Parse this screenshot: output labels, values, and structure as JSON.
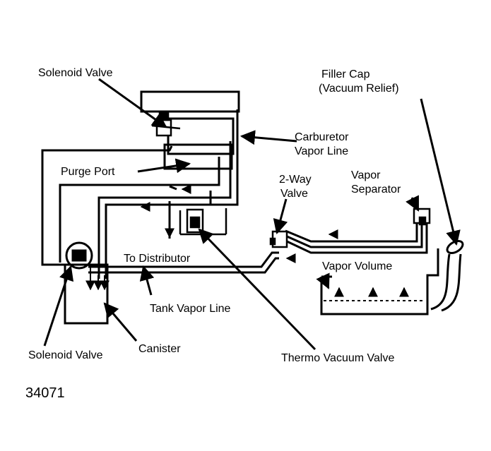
{
  "labels": {
    "solenoid_valve_top": "Solenoid Valve",
    "filler_cap_line1": "Filler Cap",
    "filler_cap_line2": "(Vacuum Relief)",
    "carburetor_line1": "Carburetor",
    "carburetor_line2": "Vapor Line",
    "purge_port": "Purge Port",
    "two_way_line1": "2-Way",
    "two_way_line2": "Valve",
    "vapor_separator_line1": "Vapor",
    "vapor_separator_line2": "Separator",
    "to_distributor": "To Distributor",
    "vapor_volume": "Vapor Volume",
    "tank_vapor_line": "Tank Vapor Line",
    "solenoid_valve_bottom": "Solenoid Valve",
    "canister": "Canister",
    "thermo_vacuum_valve": "Thermo Vacuum Valve"
  },
  "figure_number": "34071",
  "colors": {
    "ink": "#000000",
    "paper": "#ffffff"
  }
}
